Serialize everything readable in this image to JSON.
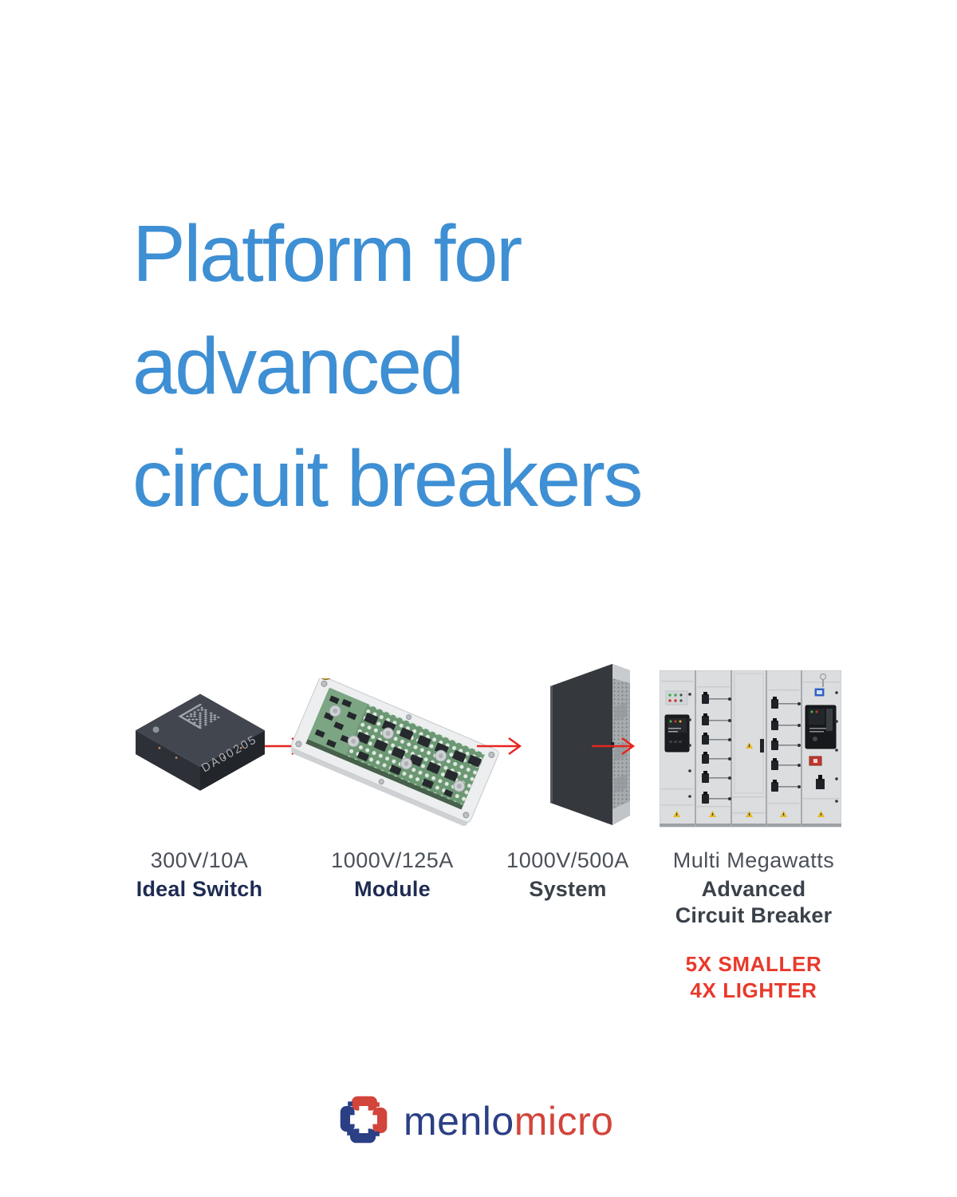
{
  "title": {
    "lines": [
      "Platform for",
      "advanced",
      "circuit breakers"
    ]
  },
  "pipeline": {
    "arrow_icon": "arrow-right-icon",
    "items": [
      {
        "id": "ideal-switch",
        "rating": "300V/10A",
        "name_lines": [
          "Ideal Switch"
        ],
        "image": "ideal-switch-chip-photo",
        "chip_marking": "DA00205"
      },
      {
        "id": "module",
        "rating": "1000V/125A",
        "name_lines": [
          "Module"
        ],
        "image": "switch-module-pcb-photo"
      },
      {
        "id": "system",
        "rating": "1000V/500A",
        "name_lines": [
          "System"
        ],
        "image": "breaker-system-unit-photo"
      },
      {
        "id": "advanced-circuit-breaker",
        "rating": "Multi Megawatts",
        "name_lines": [
          "Advanced",
          "Circuit Breaker"
        ],
        "image": "switchgear-cabinet-photo",
        "stats": [
          "5X SMALLER",
          "4X LIGHTER"
        ]
      }
    ]
  },
  "footer": {
    "logo_icon": "menlo-micro-pixel-mark",
    "brand": {
      "first": "menlo",
      "second": "micro"
    }
  },
  "colors": {
    "title_blue": "#3E8FD3",
    "rating_gray": "#4B5058",
    "navy": "#1E2B52",
    "dark_gray": "#3A414A",
    "stat_red": "#E8392B",
    "arrow_red": "#E6251F",
    "logo_blue": "#2B3F85",
    "logo_red": "#D2453B"
  }
}
